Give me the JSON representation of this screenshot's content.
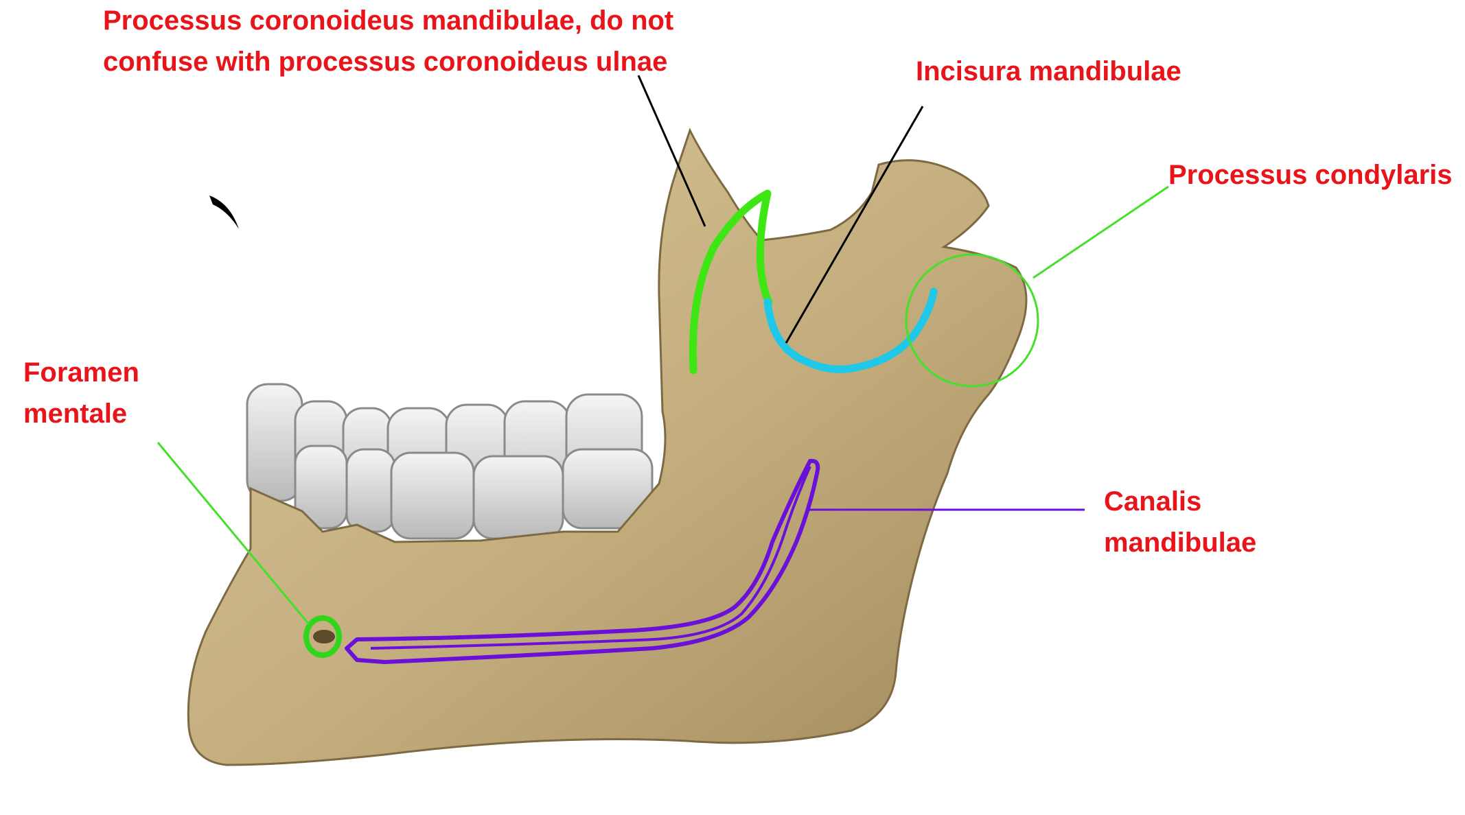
{
  "labels": {
    "coronoid": {
      "line1": "Processus coronoideus mandibulae, do not",
      "line2": "confuse with processus coronoideus ulnae"
    },
    "incisura": "Incisura mandibulae",
    "condylaris": "Processus condylaris",
    "foramen": {
      "line1": "Foramen",
      "line2": "mentale"
    },
    "canalis": {
      "line1": "Canalis",
      "line2": "mandibulae"
    }
  },
  "colors": {
    "label_text": "#e8141a",
    "bone": "#c8b58a",
    "bone_shadow": "#8f7a4f",
    "teeth": "#d9d9d9",
    "coronoid_highlight": "#3ee614",
    "incisura_highlight": "#1fc7e8",
    "canalis_outline": "#6a10d8",
    "condylar_circle": "#44e02a",
    "foramen_circle": "#2fd61b",
    "coronoid_pointer": "#000000",
    "incisura_pointer": "#000000"
  }
}
